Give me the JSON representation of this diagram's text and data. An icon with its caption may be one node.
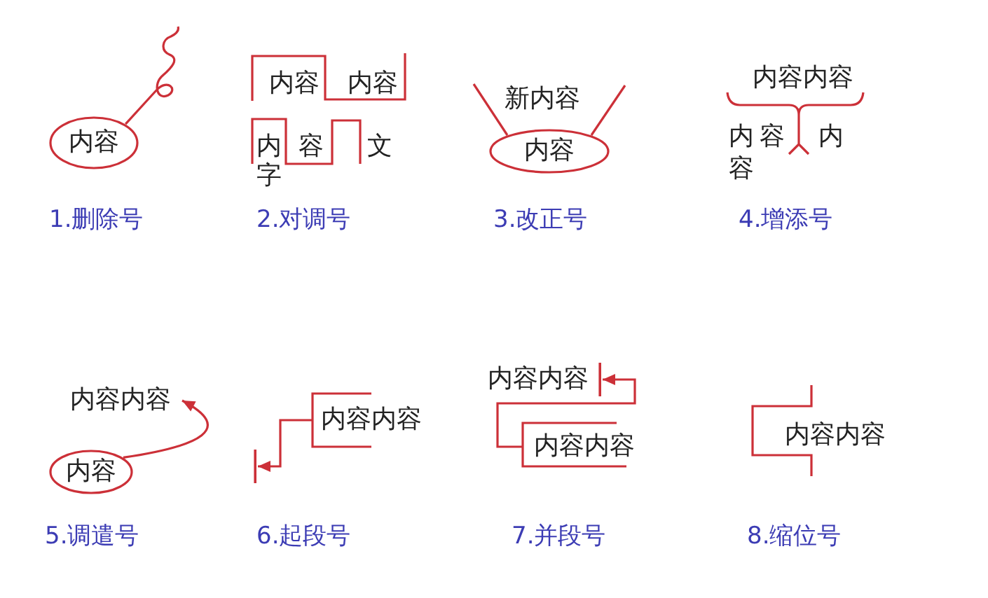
{
  "diagram": {
    "nodes": [
      {
        "text": [
          "内容"
        ]
      },
      {
        "text": [
          "内容"
        ]
      },
      {
        "text": [
          "内容内容"
        ]
      },
      {
        "text": [
          "内容"
        ]
      },
      {
        "text": [
          "内容内容"
        ]
      },
      {
        "text": [
          "内容内容"
        ]
      },
      {
        "text": [
          "内容内容"
        ]
      }
    ],
    "edges": [
      {
        "from": 3,
        "to": 2,
        "arrow": "to"
      },
      {
        "from": 4,
        "to": null,
        "arrow": "to"
      },
      {
        "from": 6,
        "to": 5,
        "arrow": "to"
      }
    ],
    "labels": [
      "内容",
      "内容",
      "内",
      "容",
      "文",
      "字",
      "新内容",
      "内容内容",
      "内",
      "容",
      "内",
      "容",
      "1.删除号",
      "2.对调号",
      "3.改正号",
      "4.增添号",
      "内容内容",
      "5.调遣号",
      "6.起段号",
      "7.并段号",
      "8.缩位号"
    ]
  }
}
